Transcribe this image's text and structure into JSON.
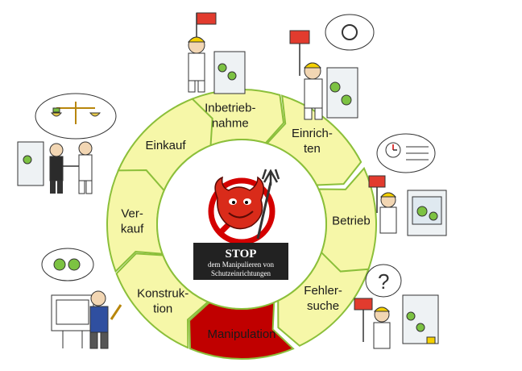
{
  "cycle": {
    "segments": [
      {
        "key": "inbetriebnahme",
        "lines": [
          "Inbetrieb-",
          "nahme"
        ]
      },
      {
        "key": "einrichten",
        "lines": [
          "Einrich-",
          "ten"
        ]
      },
      {
        "key": "betrieb",
        "lines": [
          "Betrieb"
        ]
      },
      {
        "key": "fehlersuche",
        "lines": [
          "Fehler-",
          "suche"
        ]
      },
      {
        "key": "manipulation",
        "lines": [
          "Manipulation"
        ]
      },
      {
        "key": "konstruktion",
        "lines": [
          "Konstruk-",
          "tion"
        ]
      },
      {
        "key": "verkauf",
        "lines": [
          "Ver-",
          "kauf"
        ]
      },
      {
        "key": "einkauf",
        "lines": [
          "Einkauf"
        ]
      }
    ],
    "colors": {
      "segment_fill": "#f6f7a8",
      "highlight_fill": "#c00000",
      "outline": "#8bbf3a",
      "center_fill": "#ffffff"
    }
  },
  "center": {
    "stop_title": "STOP",
    "stop_line1": "dem Manipulieren von",
    "stop_line2": "Schutzeinrichtungen",
    "prohibition_color": "#d40000",
    "devil_color": "#d92b1a",
    "banner_color": "#222222"
  },
  "illustrations": [
    {
      "key": "commissioning-worker",
      "icon": "worker-with-flag-icon"
    },
    {
      "key": "setup-worker",
      "icon": "confused-worker-icon"
    },
    {
      "key": "operation-worker",
      "icon": "worker-with-checklist-icon"
    },
    {
      "key": "troubleshooting-worker",
      "icon": "question-worker-icon"
    },
    {
      "key": "design-engineer",
      "icon": "engineer-drawing-icon"
    },
    {
      "key": "sales-meeting",
      "icon": "handshake-scale-icon"
    }
  ]
}
